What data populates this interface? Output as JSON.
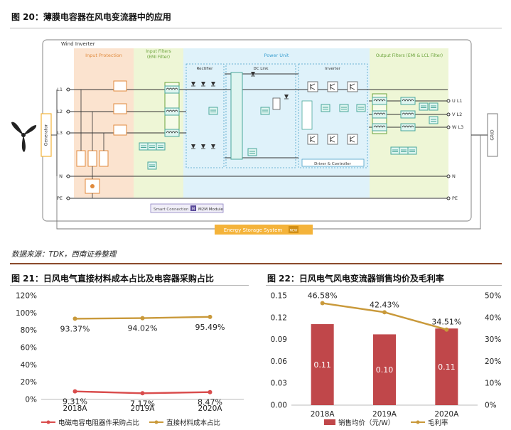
{
  "fig20": {
    "title": "图 20：薄膜电容器在风电变流器中的应用",
    "source": "数据来源：TDK，西南证券整理",
    "diagram": {
      "frame": "Wind Inverter",
      "sections": {
        "input_protection": "Input Protection",
        "input_filters_1": "Input Filters",
        "input_filters_2": "(EMI Filter)",
        "power_unit": "Power Unit",
        "rectifier": "Rectifier",
        "dc_link": "DC Link",
        "inverter": "Inverter",
        "driver": "Driver & Controller",
        "output_filters": "Output Filters (EMI & LCL Filter)",
        "smart_connection": "Smart Connection",
        "m2m_icon": "M",
        "m2m": "M2M Module",
        "ess": "Energy Storage System",
        "ess_icon": "NEW"
      },
      "generator": "Generator",
      "grid": "GRID",
      "inputs": [
        "L1",
        "L2",
        "L3",
        "N",
        "PE"
      ],
      "outputs": [
        "U L1",
        "V L2",
        "W L3",
        "N",
        "PE"
      ],
      "colors": {
        "protection": "#fbe3cf",
        "emi": "#eef6d6",
        "power": "#dff2fa",
        "output": "#eef6d6",
        "frame": "#999999",
        "ess": "#f4b33a",
        "cap": "#4aa79a"
      }
    }
  },
  "fig21": {
    "title": "图 21：日风电气直接材料成本占比及电容器采购占比",
    "chart_data": {
      "type": "line",
      "categories": [
        "2018A",
        "2019A",
        "2020A"
      ],
      "ylim": [
        0,
        1.2
      ],
      "yticks": [
        "0%",
        "20%",
        "40%",
        "60%",
        "80%",
        "100%",
        "120%"
      ],
      "grid": false,
      "legend": "bottom",
      "series": [
        {
          "name": "电磁电容电阻器件采购占比",
          "values": [
            0.0931,
            0.0717,
            0.0847
          ],
          "labels": [
            "9.31%",
            "7.17%",
            "8.47%"
          ],
          "color": "#d94c4c"
        },
        {
          "name": "直接材料成本占比",
          "values": [
            0.9337,
            0.9402,
            0.9549
          ],
          "labels": [
            "93.37%",
            "94.02%",
            "95.49%"
          ],
          "color": "#c9993a"
        }
      ]
    }
  },
  "fig22": {
    "title": "图 22：日风电气风电变流器销售均价及毛利率",
    "chart_data": {
      "type": "bar",
      "categories": [
        "2018A",
        "2019A",
        "2020A"
      ],
      "ylim_left": [
        0,
        0.15
      ],
      "ylim_right": [
        0,
        0.5
      ],
      "yticks_left": [
        "0.00",
        "0.03",
        "0.06",
        "0.09",
        "0.12",
        "0.15"
      ],
      "yticks_right": [
        "0%",
        "10%",
        "20%",
        "30%",
        "40%",
        "50%"
      ],
      "grid": false,
      "legend": "bottom",
      "series": [
        {
          "name": "销售均价（元/W）",
          "type": "bar",
          "axis": "left",
          "values": [
            0.111,
            0.097,
            0.105
          ],
          "labels": [
            "0.11",
            "0.10",
            "0.11"
          ],
          "color": "#c0474a"
        },
        {
          "name": "毛利率",
          "type": "line",
          "axis": "right",
          "values": [
            0.4658,
            0.4243,
            0.3451
          ],
          "labels": [
            "46.58%",
            "42.43%",
            "34.51%"
          ],
          "color": "#c9993a"
        }
      ]
    }
  }
}
